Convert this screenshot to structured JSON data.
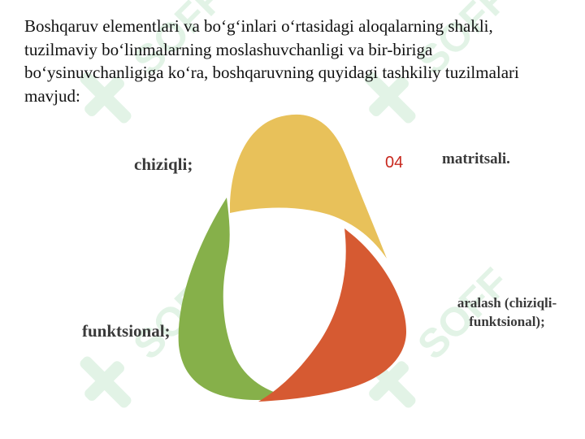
{
  "intro_text": "Boshqaruv elementlari va bo‘g‘inlari o‘rtasidagi aloqalarning shakli, tuzilmaviy bo‘linmalarning moslashuvchanligi va bir-biriga bo‘ysinuvchanligiga ko‘ra, boshqaruvning quyidagi tashkiliy tuzilmalari mavjud:",
  "diagram": {
    "items": [
      {
        "label": "chiziqli;",
        "color": "#e8c15a"
      },
      {
        "label": "funktsional;",
        "color": "#86b04a"
      },
      {
        "label": "aralash (chiziqli-funktsional);",
        "color": "#d65a32"
      },
      {
        "label": "matritsali.",
        "color": ""
      }
    ],
    "number_label": "04"
  },
  "watermark": {
    "text": "SOFF",
    "color": "#dff2e4"
  }
}
